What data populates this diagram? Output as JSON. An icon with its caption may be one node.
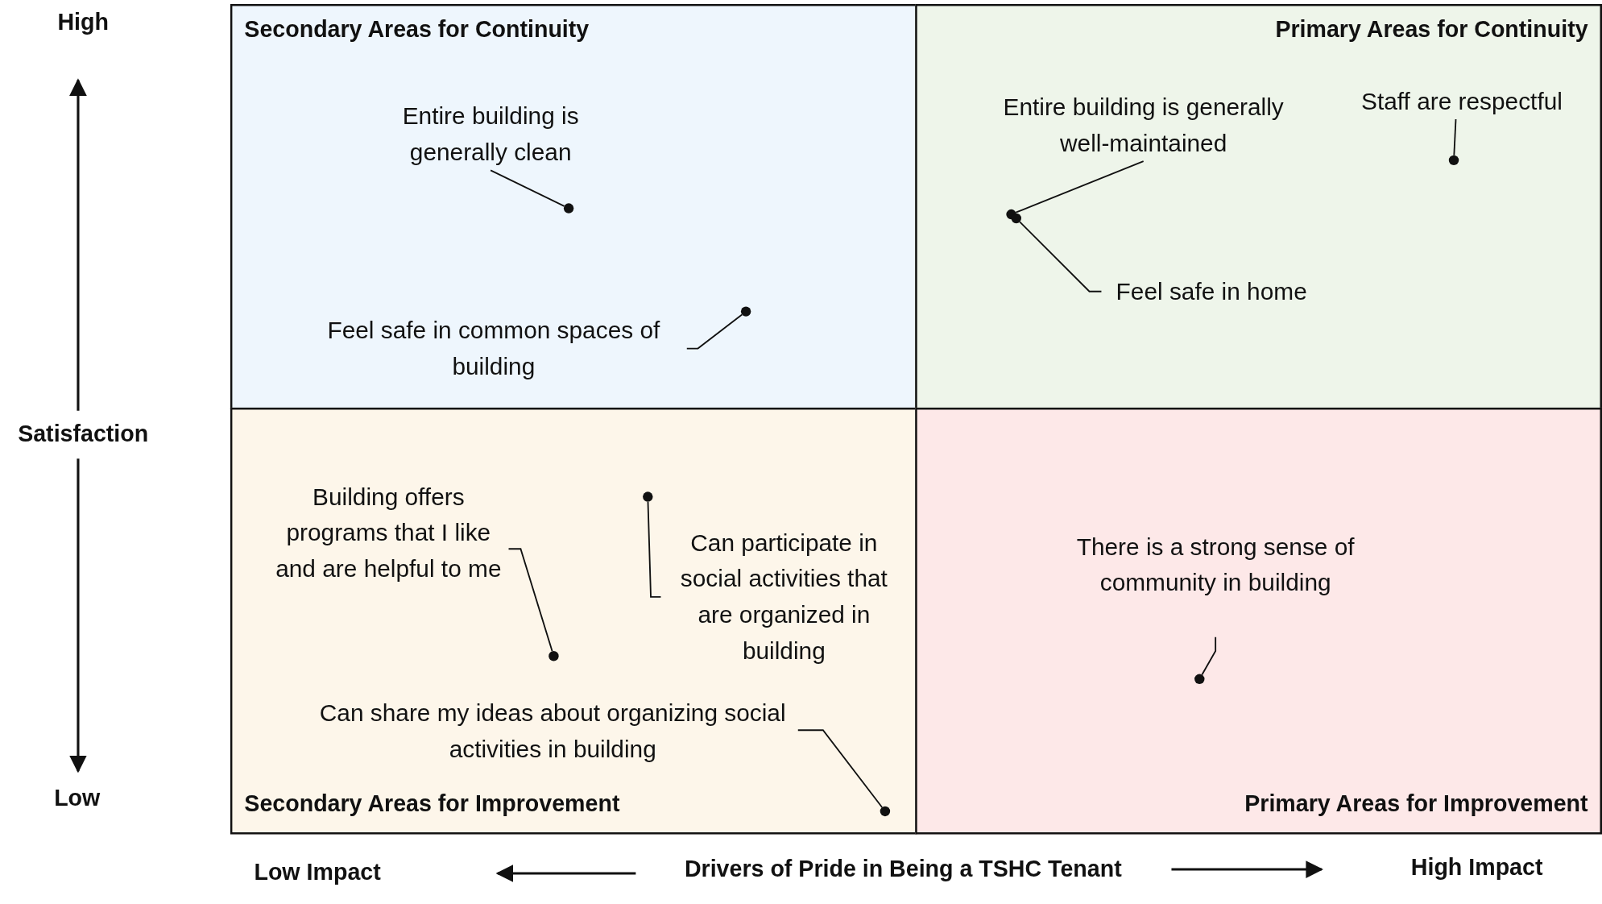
{
  "diagram": {
    "nodes": [
      {
        "text": [
          "Secondary Areas for Continuity"
        ]
      },
      {
        "text": [
          "Primary Areas for Continuity"
        ]
      },
      {
        "text": [
          "Secondary Areas for Improvement"
        ]
      },
      {
        "text": [
          "Primary Areas for Improvement"
        ]
      },
      {
        "text": [
          "Entire building is generally clean"
        ],
        "in": 0
      },
      {
        "text": [],
        "shape": "circle",
        "in": 0
      },
      {
        "text": [
          "Feel safe in common spaces of building"
        ],
        "in": 0
      },
      {
        "text": [],
        "shape": "circle",
        "in": 0
      },
      {
        "text": [
          "Entire building is generally well-maintained"
        ],
        "in": 1
      },
      {
        "text": [],
        "shape": "circle",
        "in": 1
      },
      {
        "text": [
          "Staff are respectful"
        ],
        "in": 1
      },
      {
        "text": [],
        "shape": "circle",
        "in": 1
      },
      {
        "text": [
          "Feel safe in home"
        ],
        "in": 1
      },
      {
        "text": [],
        "shape": "circle",
        "in": 1
      },
      {
        "text": [
          "Building offers programs that I like and are helpful to me"
        ],
        "in": 2
      },
      {
        "text": [],
        "shape": "circle",
        "in": 2
      },
      {
        "text": [
          "Can participate in social activities that are organized in building"
        ],
        "in": 2
      },
      {
        "text": [],
        "shape": "circle",
        "in": 2
      },
      {
        "text": [
          "Can share my ideas about organizing social activities in building"
        ],
        "in": 2
      },
      {
        "text": [],
        "shape": "circle",
        "in": 2
      },
      {
        "text": [
          "There is a strong sense of community in building"
        ],
        "in": 3
      },
      {
        "text": [],
        "shape": "circle",
        "in": 3
      }
    ],
    "edges": [
      {
        "from": 4,
        "to": 5,
        "arrow": "none"
      },
      {
        "from": 6,
        "to": 7,
        "arrow": "none"
      },
      {
        "from": 8,
        "to": 9,
        "arrow": "none"
      },
      {
        "from": 10,
        "to": 11,
        "arrow": "none"
      },
      {
        "from": 12,
        "to": 13,
        "arrow": "none"
      },
      {
        "from": 14,
        "to": 15,
        "arrow": "none"
      },
      {
        "from": 16,
        "to": 17,
        "arrow": "none"
      },
      {
        "from": 18,
        "to": 19,
        "arrow": "none"
      },
      {
        "from": 20,
        "to": 21,
        "arrow": "none"
      }
    ],
    "labels": [
      "High",
      "Satisfaction",
      "Low",
      "Low Impact",
      "Drivers of Pride in Being a TSHC Tenant",
      "High Impact"
    ]
  }
}
